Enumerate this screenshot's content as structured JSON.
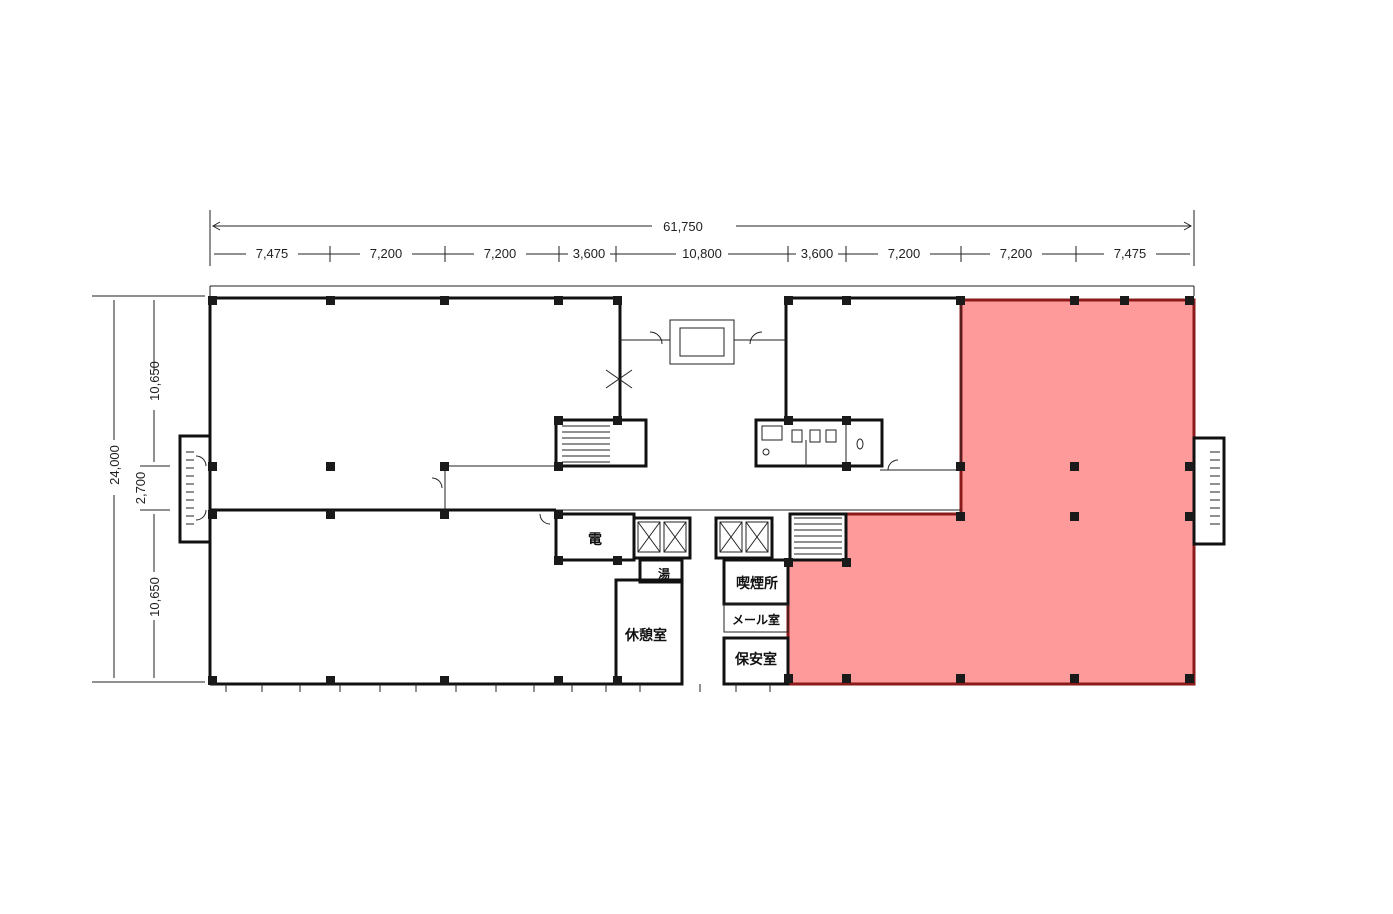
{
  "dimensions": {
    "total_width": "61,750",
    "spans": [
      "7,475",
      "7,200",
      "7,200",
      "3,600",
      "10,800",
      "3,600",
      "7,200",
      "7,200",
      "7,475"
    ],
    "total_depth": "24,000",
    "depth_spans": [
      "10,650",
      "2,700",
      "10,650"
    ]
  },
  "rooms": {
    "electric": "電",
    "hot_water": "湯",
    "rest_room": "休憩室",
    "smoking_room": "喫煙所",
    "mail_room": "メール室",
    "security_room": "保安室"
  },
  "colors": {
    "highlight_fill": "#ff9a9a",
    "highlight_stroke": "#8b1a1a"
  }
}
